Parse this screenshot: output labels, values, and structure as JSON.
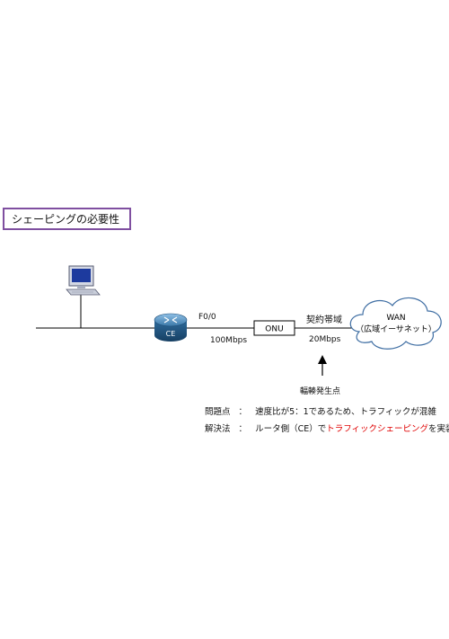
{
  "title": "シェーピングの必要性",
  "router": {
    "label": "CE",
    "interface": "F0/0",
    "speed": "100Mbps"
  },
  "onu": {
    "label": "ONU"
  },
  "contract": {
    "label": "契約帯域",
    "speed": "20Mbps"
  },
  "wan": {
    "line1": "WAN",
    "line2": "（広域イーサネット）"
  },
  "congestion_point": "輻輳発生点",
  "notes": {
    "problem_label": "問題点",
    "problem_sep": "：",
    "problem_text": "速度比が5：1であるため、トラフィックが混雑",
    "solution_label": "解決法",
    "solution_sep": "：",
    "solution_prefix": "ルータ側（CE）で",
    "solution_highlight": "トラフィックシェーピング",
    "solution_suffix": "を実装"
  },
  "colors": {
    "title_border": "#7f4fa0",
    "highlight": "#e00000",
    "router_body": "#2f6c9c",
    "monitor_screen": "#1d3a9e"
  },
  "icons": [
    "pc-icon",
    "router-icon",
    "cloud-icon",
    "arrow-up-icon"
  ]
}
